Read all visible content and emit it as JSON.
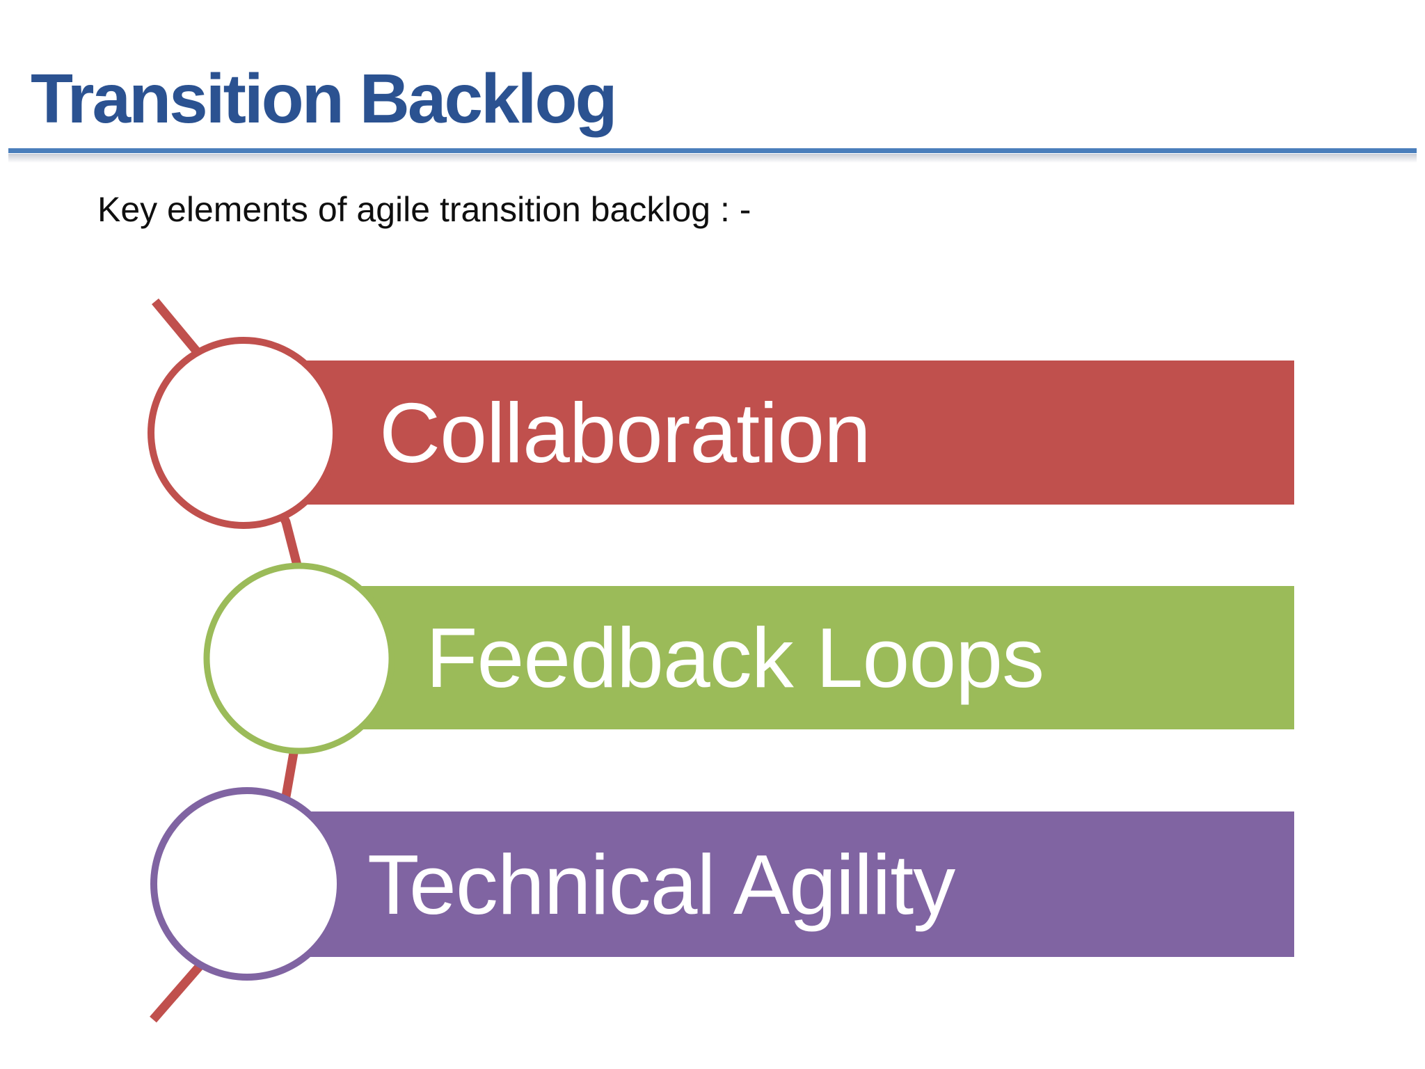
{
  "title": "Transition Backlog",
  "subtitle": "Key elements of agile transition backlog : -",
  "colors": {
    "title_text": "#2B5291",
    "title_rule": "#4A7EBB",
    "subtitle_text": "#0F0F0F",
    "connector": "#C0504D",
    "circle_fill": "#FFFFFF",
    "background": "#FFFFFF",
    "bar_text": "#FFFFFF"
  },
  "connector_color": "#C0504D",
  "circle_fill": "#FFFFFF",
  "items": [
    {
      "label": "Collaboration",
      "color": "#C0504D"
    },
    {
      "label": "Feedback Loops",
      "color": "#9BBB59"
    },
    {
      "label": "Technical Agility",
      "color": "#8064A2"
    }
  ]
}
